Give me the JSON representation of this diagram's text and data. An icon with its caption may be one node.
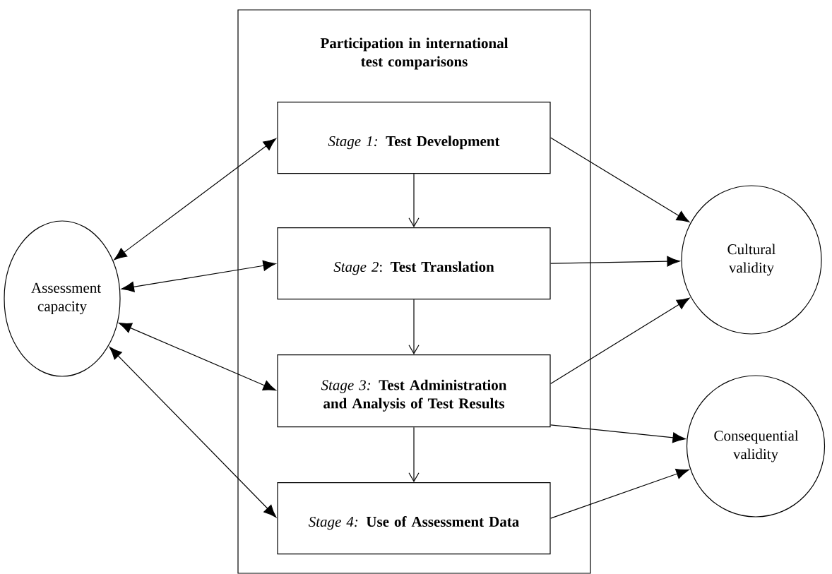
{
  "diagram": {
    "nodes": [
      {
        "text": [
          "Participation in international test comparisons"
        ]
      },
      {
        "text": [
          "*Stage 1:* **Test Development**"
        ],
        "in": 0
      },
      {
        "text": [
          "*Stage 2*: **Test Translation**"
        ],
        "in": 0
      },
      {
        "text": [
          "*Stage 3:* **Test Administration and Analysis of Test Results**"
        ],
        "in": 0
      },
      {
        "text": [
          "*Stage 4:* **Use of Assessment Data**"
        ],
        "in": 0
      },
      {
        "text": [
          "Assessment capacity"
        ]
      },
      {
        "text": [
          "Cultural validity"
        ]
      },
      {
        "text": [
          "Consequential validity"
        ]
      }
    ],
    "edges": [
      {
        "from": 1,
        "to": 2,
        "arrow": "to"
      },
      {
        "from": 2,
        "to": 3,
        "arrow": "to"
      },
      {
        "from": 3,
        "to": 4,
        "arrow": "to"
      },
      {
        "from": 5,
        "to": 1,
        "arrow": "both"
      },
      {
        "from": 5,
        "to": 2,
        "arrow": "both"
      },
      {
        "from": 5,
        "to": 3,
        "arrow": "both"
      },
      {
        "from": 5,
        "to": 4,
        "arrow": "both"
      },
      {
        "from": 1,
        "to": 6,
        "arrow": "to"
      },
      {
        "from": 2,
        "to": 6,
        "arrow": "to"
      },
      {
        "from": 3,
        "to": 6,
        "arrow": "to"
      },
      {
        "from": 3,
        "to": 7,
        "arrow": "to"
      },
      {
        "from": 4,
        "to": 7,
        "arrow": "to"
      }
    ]
  }
}
